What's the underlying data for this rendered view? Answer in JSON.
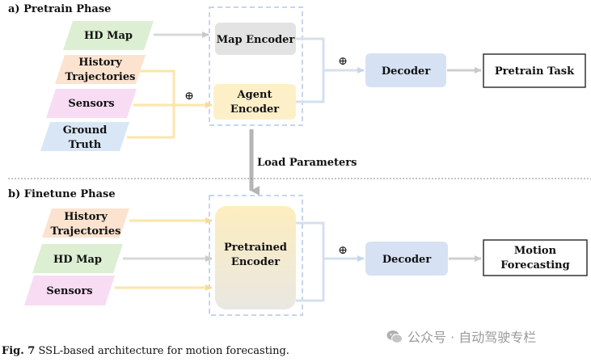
{
  "pretrain": {
    "title": "a) Pretrain Phase",
    "inputs": [
      {
        "line1": "HD Map",
        "line2": ""
      },
      {
        "line1": "History",
        "line2": "Trajectories"
      },
      {
        "line1": "Sensors",
        "line2": ""
      },
      {
        "line1": "Ground",
        "line2": "Truth"
      }
    ],
    "map_encoder": "Map Encoder",
    "agent_encoder": {
      "line1": "Agent",
      "line2": "Encoder"
    },
    "decoder": "Decoder",
    "task": "Pretrain Task",
    "plus": "⊕"
  },
  "load_parameters": "Load Parameters",
  "finetune": {
    "title": "b) Finetune Phase",
    "inputs": [
      {
        "line1": "History",
        "line2": "Trajectories"
      },
      {
        "line1": "HD Map",
        "line2": ""
      },
      {
        "line1": "Sensors",
        "line2": ""
      }
    ],
    "encoder": {
      "line1": "Pretrained",
      "line2": "Encoder"
    },
    "decoder": "Decoder",
    "task": {
      "line1": "Motion",
      "line2": "Forecasting"
    },
    "plus": "⊕"
  },
  "caption": {
    "label": "Fig. 7",
    "text": "SSL-based architecture for motion forecasting."
  },
  "watermark": "公众号 · 自动驾驶专栏",
  "colors": {
    "green": "#dcefd2",
    "orange": "#fbe3cf",
    "pink": "#f7dcf3",
    "blue": "#d9e6f5",
    "yellow": "#fdf0c9",
    "gray": "#e3e3e3",
    "decoder": "#d6e2f3",
    "dash": "#c6d6ea"
  }
}
